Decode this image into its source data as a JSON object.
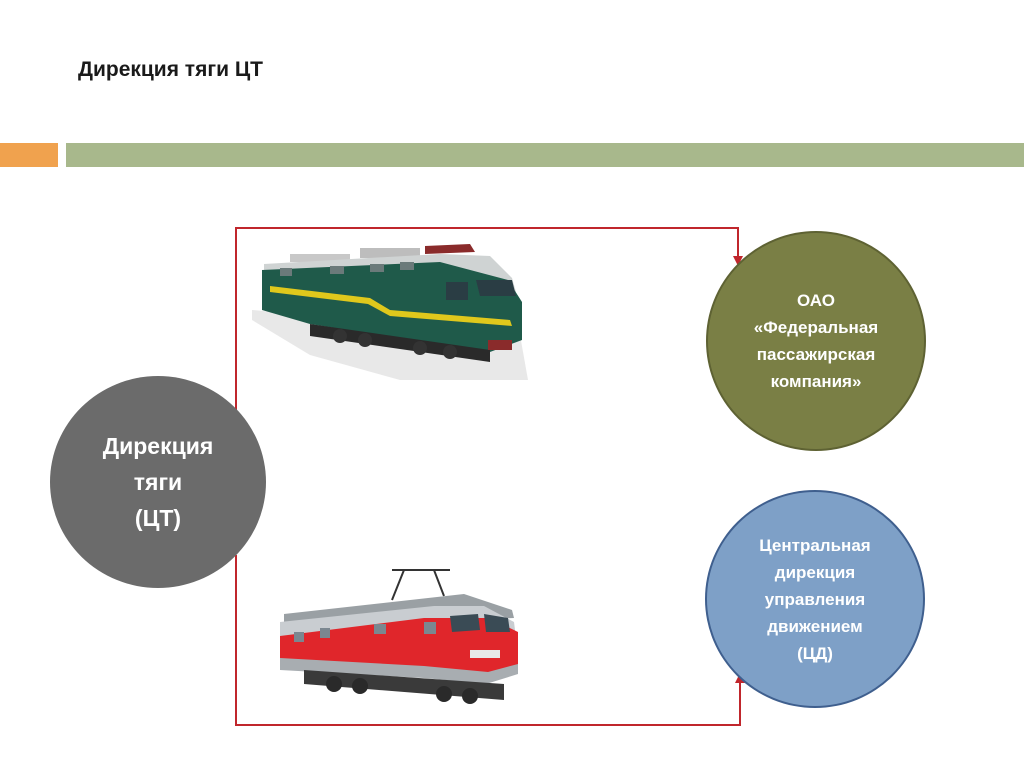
{
  "slide": {
    "title": "Дирекция тяги ЦТ"
  },
  "nodes": {
    "traction": [
      "Дирекция",
      "тяги",
      "(ЦТ)"
    ],
    "fpk": [
      "ОАО",
      "«Федеральная",
      "пассажирская",
      "компания»"
    ],
    "cd": [
      "Центральная",
      "дирекция",
      "управления",
      "движением",
      "(ЦД)"
    ]
  },
  "colors": {
    "accent_bar": "#f0a24e",
    "main_bar": "#a8b88c",
    "traction_circle": "#6b6b6b",
    "fpk_circle": "#7a7f45",
    "cd_circle": "#7ea0c7",
    "connector_line": "#c0262c"
  },
  "images": {
    "top_locomotive": "green-electric-locomotive",
    "bottom_locomotive": "red-grey-electric-locomotive"
  }
}
